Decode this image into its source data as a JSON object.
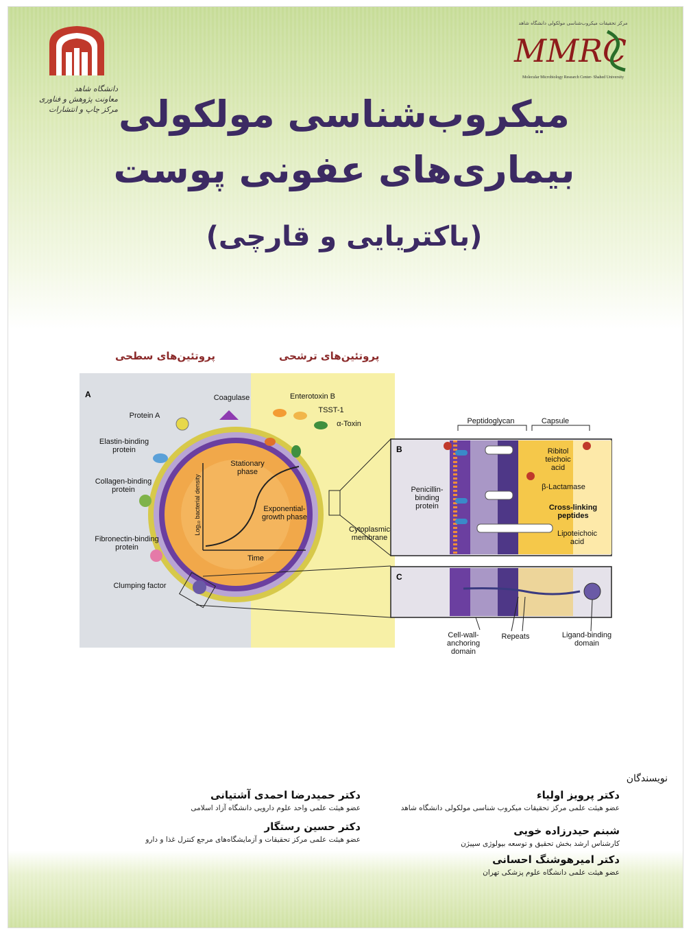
{
  "cover": {
    "title_line1": "میکروب‌شناسی مولکولی",
    "title_line2": "بیماری‌های عفونی پوست",
    "title_line3": "(باکتریایی و قارچی)",
    "university_logo_text": [
      "دانشگاه شاهد",
      "معاونت پژوهش و فناوری",
      "مرکز چاپ و انتشارات"
    ],
    "research_center_logo_text_fa": "مرکز تحقیقات میکروب‌شناسی مولکولی دانشگاه شاهد",
    "research_center_logo_text_en": "Molecular Microbiology Research Center- Shahed University",
    "research_center_logo_mark": "MMRC",
    "colors": {
      "title": "#3c2a63",
      "header_red": "#8b2a2a",
      "background_green": "#c6dc97"
    }
  },
  "figure": {
    "header_surface": "پروتئین‌های سطحی",
    "header_secreted": "پروتئین‌های ترشحی",
    "panel_a": "A",
    "panel_b": "B",
    "panel_c": "C",
    "labels": {
      "protein_a": "Protein A",
      "elastin": "Elastin-binding protein",
      "collagen": "Collagen-binding protein",
      "fibronectin": "Fibronectin-binding protein",
      "clumping": "Clumping factor",
      "coagulase": "Coagulase",
      "enterotoxin": "Enterotoxin B",
      "tsst": "TSST-1",
      "atoxin": "α-Toxin",
      "stationary": "Stationary phase",
      "exponential": "Exponential-growth phase",
      "ylabel": "Log₁₀ bacterial density",
      "time": "Time",
      "cytoplasmic": "Cytoplasmic membrane",
      "peptidoglycan": "Peptidoglycan",
      "capsule": "Capsule",
      "penicillin": "Penicillin-binding protein",
      "ribitol": "Ribitol teichoic acid",
      "blactamase": "β-Lactamase",
      "crosslinking": "Cross-linking peptides",
      "lipoteichoic": "Lipoteichoic acid",
      "cellwall": "Cell-wall-anchoring domain",
      "repeats": "Repeats",
      "ligand": "Ligand-binding domain"
    }
  },
  "authors": {
    "heading": "نویسندگان",
    "right": [
      {
        "name": "دکتر پرویز اولیاء",
        "affiliation": "عضو هیئت علمی مرکز تحقیقات میکروب شناسی مولکولی دانشگاه شاهد"
      },
      {
        "name": "شبنم حیدرزاده خویی",
        "affiliation": "کارشناس ارشد بخش تحقیق و توسعه بیولوژی سپیژن"
      },
      {
        "name": "دکتر امیرهوشنگ احسانی",
        "affiliation": "عضو هیئت علمی دانشگاه علوم پزشکی تهران"
      }
    ],
    "left": [
      {
        "name": "دکتر حمیدرضا احمدی آشتیانی",
        "affiliation": "عضو هیئت علمی واحد علوم دارویی دانشگاه آزاد اسلامی"
      },
      {
        "name": "دکتر حسین رستگار",
        "affiliation": "عضو هیئت علمی مرکز تحقیقات و آزمایشگاه‌های مرجع کنترل غذا و دارو"
      }
    ]
  }
}
